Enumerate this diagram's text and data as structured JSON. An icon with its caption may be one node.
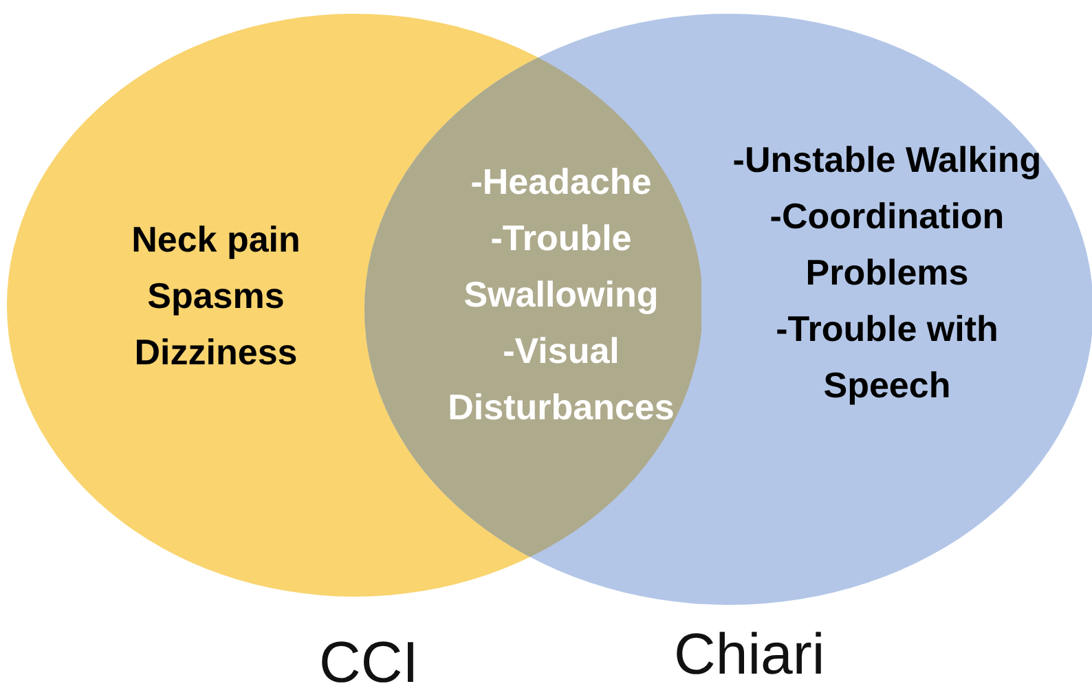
{
  "diagram": {
    "nodes": [
      {
        "text": [
          "Neck pain",
          "Spasms",
          "Dizziness"
        ],
        "beside": [
          "CCI"
        ]
      },
      {
        "text": [
          "-Unstable Walking",
          "-Coordination Problems",
          "-Trouble with Speech"
        ],
        "beside": [
          "Chiari"
        ]
      },
      {
        "text": [
          "-Headache",
          "-Trouble Swallowing",
          "-Visual Disturbances"
        ]
      }
    ]
  }
}
